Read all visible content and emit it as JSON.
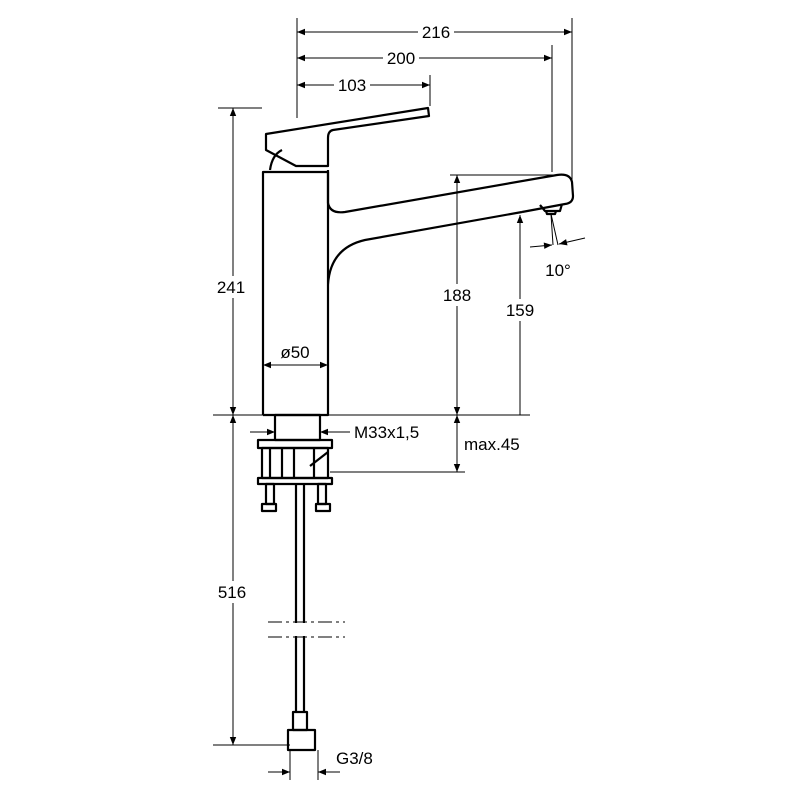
{
  "drawing": {
    "subject": "faucet-dimension-drawing",
    "dimensions": {
      "overall_reach": "216",
      "spout_reach": "200",
      "handle_reach": "103",
      "overall_height": "241",
      "spout_height": "188",
      "outlet_height": "159",
      "outlet_angle": "10°",
      "body_diameter": "ø50",
      "thread": "M33x1,5",
      "max_deck_thickness": "max.45",
      "hose_length": "516",
      "hose_connection": "G3/8"
    },
    "colors": {
      "line": "#000000",
      "background": "#ffffff"
    }
  }
}
